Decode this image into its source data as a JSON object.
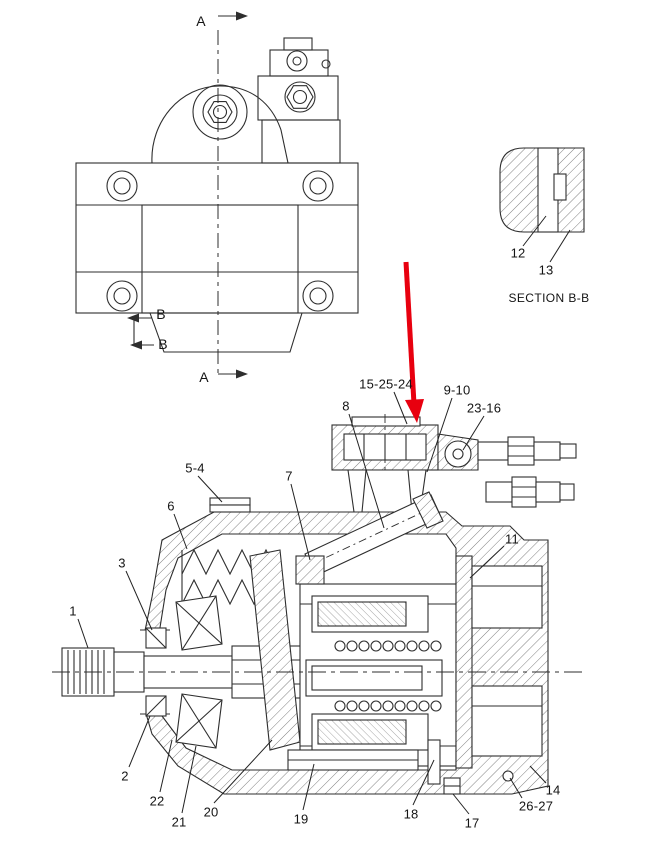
{
  "figure": {
    "colors": {
      "line": "#2e2e2e",
      "pointer_arrow": "#e8000f",
      "background": "#ffffff"
    }
  },
  "top_view": {
    "section_marks": {
      "a_top": "A",
      "a_bottom": "A",
      "b_upper": "B",
      "b_lower": "B"
    }
  },
  "section_bb": {
    "title": "SECTION B-B",
    "callouts": [
      {
        "text": "12"
      },
      {
        "text": "13"
      }
    ]
  },
  "main_view": {
    "callouts": [
      {
        "text": "15-25-24"
      },
      {
        "text": "9-10"
      },
      {
        "text": "8"
      },
      {
        "text": "23-16"
      },
      {
        "text": "5-4"
      },
      {
        "text": "7"
      },
      {
        "text": "6"
      },
      {
        "text": "11"
      },
      {
        "text": "3"
      },
      {
        "text": "1"
      },
      {
        "text": "2"
      },
      {
        "text": "22"
      },
      {
        "text": "21"
      },
      {
        "text": "20"
      },
      {
        "text": "19"
      },
      {
        "text": "18"
      },
      {
        "text": "17"
      },
      {
        "text": "26-27"
      },
      {
        "text": "14"
      }
    ]
  }
}
